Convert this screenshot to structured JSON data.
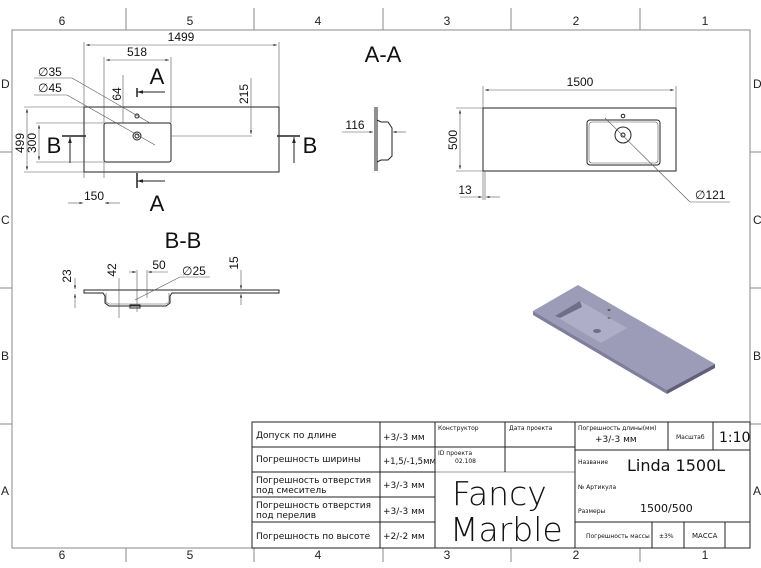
{
  "frame": {
    "columns": [
      "6",
      "5",
      "4",
      "3",
      "2",
      "1"
    ],
    "rows": [
      "D",
      "C",
      "B",
      "A"
    ]
  },
  "plan_view": {
    "dims": {
      "total_length": "1499",
      "basin_length": "518",
      "faucet_dia": "∅35",
      "drain_dia": "∅45",
      "faucet_offset": "64",
      "drain_offset": "215",
      "width": "499",
      "basin_width": "300",
      "edge_offset": "150"
    },
    "section_marks": {
      "a_top": "A",
      "a_bottom": "A",
      "b_left": "B",
      "b_right": "B"
    }
  },
  "section_aa": {
    "title": "A-A",
    "dims": {
      "depth": "116",
      "length": "1500",
      "width": "500",
      "thickness": "13",
      "bowl_dia": "∅121"
    }
  },
  "section_bb": {
    "title": "B-B",
    "dims": {
      "slab": "23",
      "depth": "42",
      "offset": "50",
      "hole_dia": "∅25",
      "thickness": "15"
    }
  },
  "colors": {
    "render": "#9c9cb8",
    "render_dark": "#6f6f8a"
  },
  "title_block": {
    "specs": [
      {
        "label": "Допуск по длине",
        "value": "+3/-3 мм"
      },
      {
        "label": "Погрешность ширины",
        "value": "+1,5/-1,5мм"
      },
      {
        "label": "Погрешность отверстия",
        "label2": "под смеситель",
        "value": "+3/-3 мм"
      },
      {
        "label": "Погрешность отверстия",
        "label2": "под перелив",
        "value": "+3/-3 мм"
      },
      {
        "label": "Погрешность по высоте",
        "value": "+2/-2 мм"
      }
    ],
    "designer_label": "Конструктор",
    "date_label": "Дата проекта",
    "project_id_label": "ID проекта",
    "project_id": "02.108",
    "logo_line1": "Fancy",
    "logo_line2": "Marble",
    "length_tol_label": "Погрешность длины(мм)",
    "length_tol": "+3/-3 мм",
    "scale_label": "Масштаб",
    "scale": "1:10",
    "name_label": "Название",
    "name": "Linda 1500L",
    "article_label": "№ Артикула",
    "size_label": "Размеры",
    "size": "1500/500",
    "mass_tol_label": "Погрешность массы",
    "mass_tol": "±3%",
    "mass_label": "МАССА"
  }
}
